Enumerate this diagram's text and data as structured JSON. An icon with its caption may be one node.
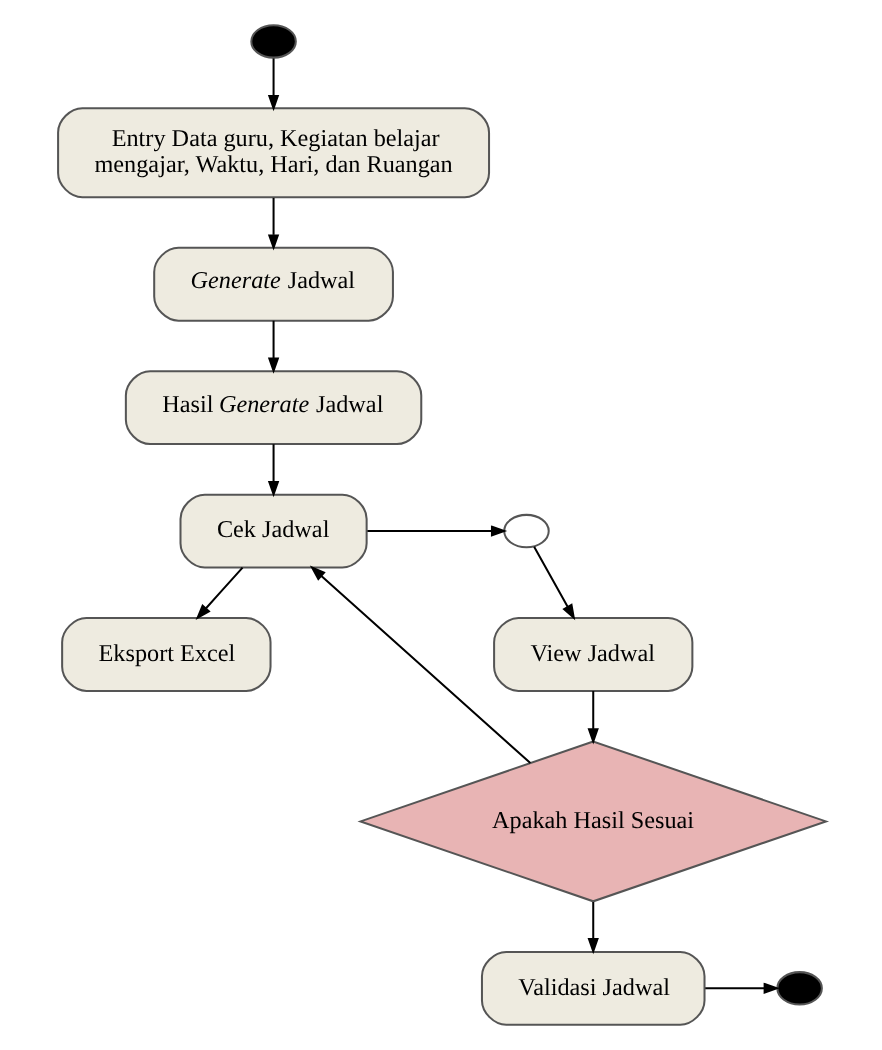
{
  "diagram": {
    "nodes": [
      {
        "text": [],
        "shape": "circle"
      },
      {
        "text": [
          "Entry Data guru, Kegiatan belajar mengajar, Waktu, Hari, dan Ruangan"
        ]
      },
      {
        "text": [
          "*Generate* Jadwal"
        ]
      },
      {
        "text": [
          "Hasil *Generate* Jadwal"
        ]
      },
      {
        "text": [
          "Cek Jadwal"
        ]
      },
      {
        "text": [
          "Eksport Excel"
        ]
      },
      {
        "text": [],
        "shape": "circle"
      },
      {
        "text": [
          "View Jadwal"
        ]
      },
      {
        "text": [
          "Apakah Hasil Sesuai"
        ]
      },
      {
        "text": [
          "Validasi Jadwal"
        ]
      },
      {
        "text": [],
        "shape": "circle"
      }
    ],
    "edges": [
      {
        "from": 0,
        "to": 1,
        "arrow": "to"
      },
      {
        "from": 1,
        "to": 2,
        "arrow": "to"
      },
      {
        "from": 2,
        "to": 3,
        "arrow": "to"
      },
      {
        "from": 3,
        "to": 4,
        "arrow": "to"
      },
      {
        "from": 4,
        "to": 5,
        "arrow": "to"
      },
      {
        "from": 4,
        "to": 6,
        "arrow": "to"
      },
      {
        "from": 6,
        "to": 7,
        "arrow": "to"
      },
      {
        "from": 7,
        "to": 8,
        "arrow": "to"
      },
      {
        "from": 8,
        "to": 4,
        "arrow": "to"
      },
      {
        "from": 8,
        "to": 9,
        "arrow": "to"
      },
      {
        "from": 9,
        "to": 10,
        "arrow": "to"
      }
    ]
  }
}
